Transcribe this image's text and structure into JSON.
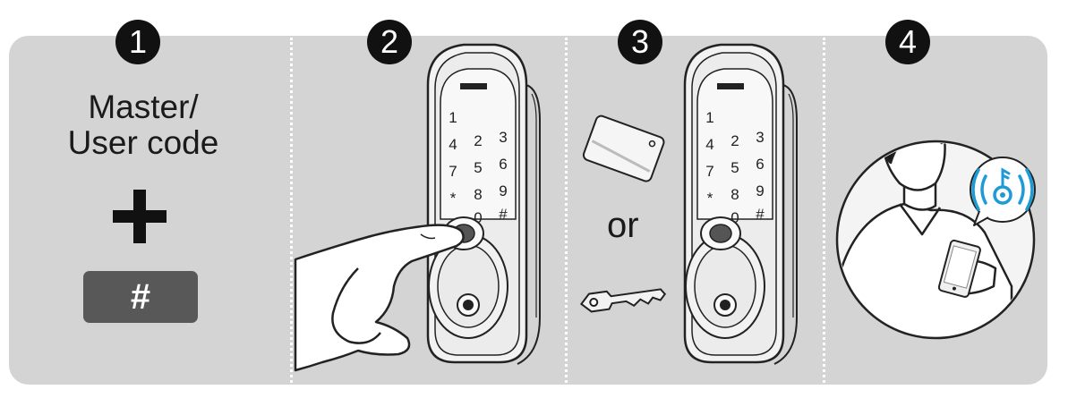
{
  "steps": [
    {
      "number": "1",
      "text_line1": "Master/",
      "text_line2": "User code",
      "key_label": "#"
    },
    {
      "number": "2"
    },
    {
      "number": "3",
      "connector": "or"
    },
    {
      "number": "4"
    }
  ],
  "colors": {
    "panel": "#d4d4d4",
    "badge": "#111111",
    "key": "#585858",
    "bluetooth_accent": "#1e9ad6"
  },
  "icons": [
    "plus-icon",
    "fingerprint-touch",
    "rfid-card-icon",
    "key-icon",
    "bluetooth-key-icon",
    "smartphone-icon"
  ],
  "keypad": {
    "rows": [
      [
        "1",
        "",
        ""
      ],
      [
        "4",
        "2",
        "3"
      ],
      [
        "7",
        "5",
        "6"
      ],
      [
        "*",
        "8",
        "9"
      ],
      [
        "",
        "0",
        "#"
      ]
    ]
  }
}
